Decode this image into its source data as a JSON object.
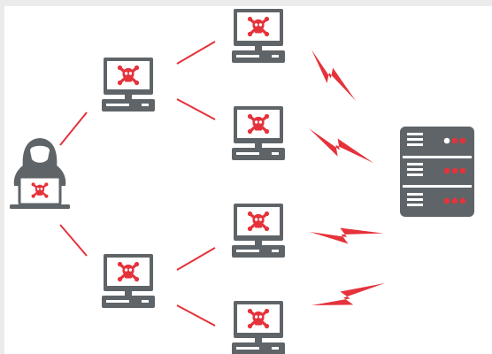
{
  "diagram": {
    "colors": {
      "attack_red": "#e5323b",
      "device_gray": "#5f6468",
      "screen_white": "#ffffff",
      "frame_gray": "#ebebeb"
    },
    "nodes": {
      "attacker": {
        "icon": "hooded-hacker-with-laptop"
      },
      "first_tier": [
        {
          "id": "upper-infected-computer",
          "icon": "skull-crossbones-monitor"
        },
        {
          "id": "lower-infected-computer",
          "icon": "skull-crossbones-monitor"
        }
      ],
      "botnet": [
        {
          "id": "bot-1",
          "icon": "skull-crossbones-monitor"
        },
        {
          "id": "bot-2",
          "icon": "skull-crossbones-monitor"
        },
        {
          "id": "bot-3",
          "icon": "skull-crossbones-monitor"
        },
        {
          "id": "bot-4",
          "icon": "skull-crossbones-monitor"
        }
      ],
      "target": {
        "icon": "server-rack",
        "units": 3
      }
    },
    "attack_icon": "lightning-bolt"
  }
}
